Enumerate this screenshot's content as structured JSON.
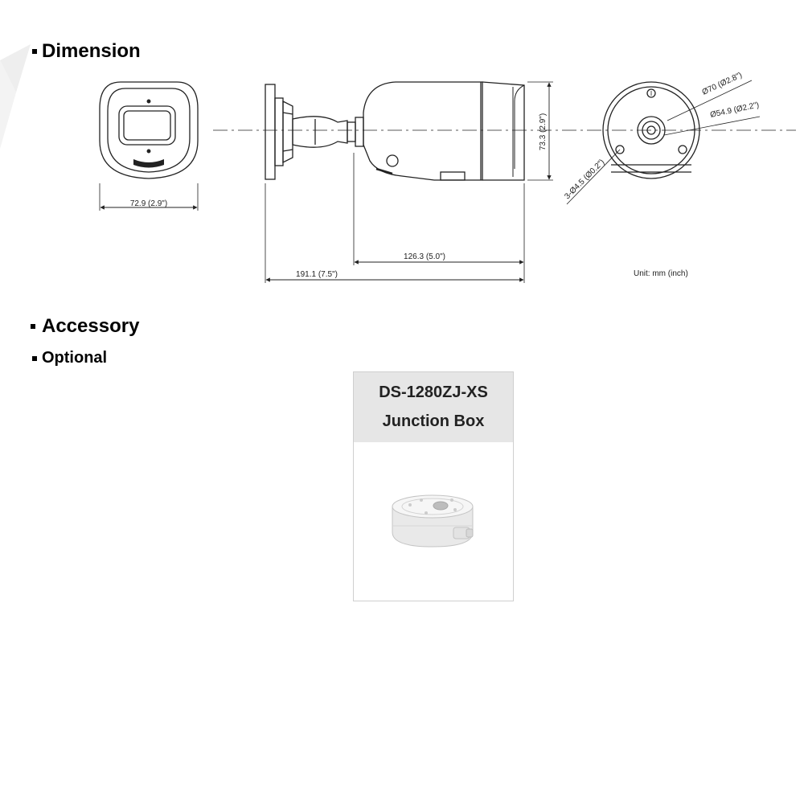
{
  "sections": {
    "dimension_title": "Dimension",
    "accessory_title": "Accessory",
    "optional_title": "Optional"
  },
  "dimensions": {
    "front_width": "72.9 (2.9\")",
    "side_height": "73.3 (2.9\")",
    "body_length": "126.3 (5.0\")",
    "total_length": "191.1 (7.5\")",
    "outer_diameter": "Ø70 (Ø2.8\")",
    "inner_diameter": "Ø54.9 (Ø2.2\")",
    "hole_spec": "3-Ø4.5 (Ø0.2\")",
    "unit_note": "Unit: mm (inch)"
  },
  "accessory": {
    "model": "DS-1280ZJ-XS",
    "name": "Junction Box"
  },
  "icons": {
    "bullet": "square-bullet-icon",
    "watermark": "gray-triangle-watermark-icon"
  },
  "colors": {
    "card_header_bg": "#e6e6e6",
    "line": "#222222"
  }
}
